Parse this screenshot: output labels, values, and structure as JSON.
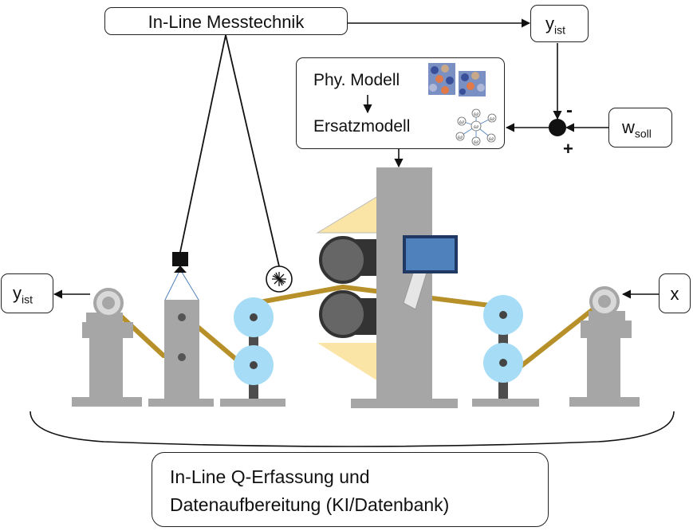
{
  "labels": {
    "messtechnik": "In-Line Messtechnik",
    "y_ist_top": {
      "main": "y",
      "sub": "ist"
    },
    "y_ist_left": {
      "main": "y",
      "sub": "ist"
    },
    "w_soll": {
      "main": "w",
      "sub": "soll"
    },
    "x": "x",
    "phy_modell": "Phy. Modell",
    "ersatzmodell": "Ersatzmodell",
    "minus": "-",
    "plus": "+",
    "bottom_line1": "In-Line Q-Erfassung und",
    "bottom_line2": "Datenaufbereitung (KI/Datenbank)",
    "omega": "ω"
  },
  "colors": {
    "machine_gray": "#a6a6a6",
    "machine_dark": "#4d4d4d",
    "roller_blue": "#a6dcf5",
    "web_gold": "#b8902a",
    "cone_yellow": "#fbe5a6",
    "panel_blue": "#4f81bd",
    "panel_frame": "#1f3864"
  }
}
